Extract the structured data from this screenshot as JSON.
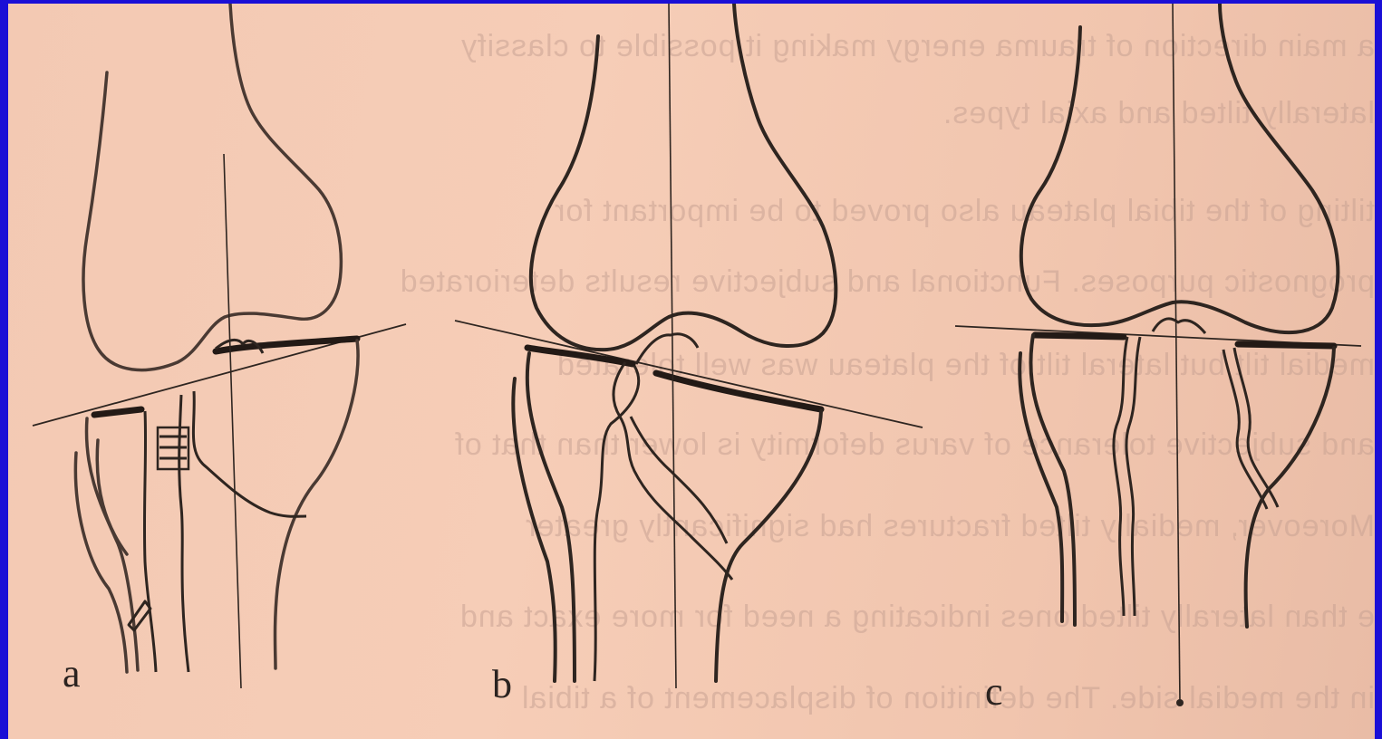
{
  "figure": {
    "panels": [
      {
        "label": "a"
      },
      {
        "label": "b"
      },
      {
        "label": "c"
      }
    ]
  },
  "bleed_through_text": [
    "a main direction of trauma energy making it possible to classify",
    "laterally tilted and axial types.",
    "tilting of the tibial plateau also proved to be important for",
    "prognostic purposes. Functional and subjective results deteriorated",
    "medial tilt but lateral tilt of the plateau was well tolerated",
    "and subjective tolerance of varus deformity is lower than that of",
    "Moreover, medially tilted fractures had significantly greater",
    "e than laterally tilted ones indicating a need for more exact and",
    "in the medial side. The definition of displacement of a tibial"
  ],
  "colors": {
    "slide_border": "#1a0fd6",
    "paper": "#f4cab4",
    "ink": "#2e2520"
  }
}
